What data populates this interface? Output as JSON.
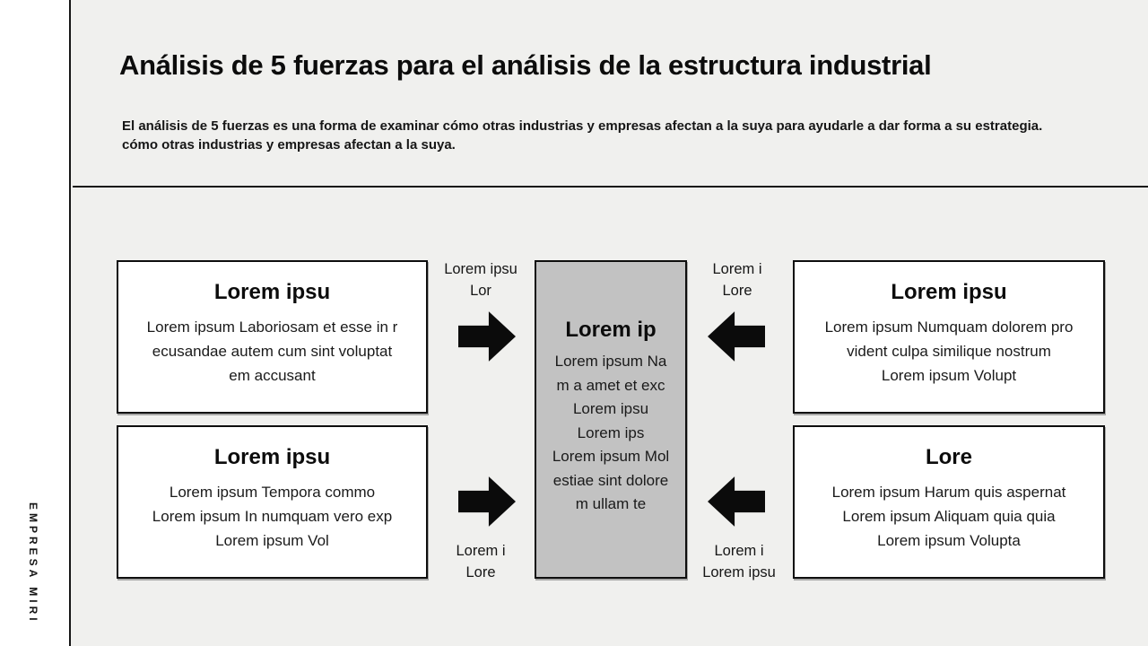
{
  "brand": {
    "name": "EMPRESA MIRI"
  },
  "header": {
    "title": "Análisis de 5 fuerzas para el análisis de la estructura industrial",
    "subtitle": "El análisis de 5 fuerzas es una forma de examinar cómo otras industrias y empresas afectan a la suya para ayudarle a dar forma a su estrategia.\ncómo otras industrias y empresas afectan a la suya."
  },
  "diagram": {
    "boxes": {
      "top_left": {
        "title": "Lorem ipsu",
        "body": "Lorem ipsum Laboriosam et esse in r\necusandae autem cum sint voluptat\nem accusant"
      },
      "bottom_left": {
        "title": "Lorem ipsu",
        "body": "Lorem ipsum Tempora commo\nLorem ipsum In numquam vero exp\nLorem ipsum Vol"
      },
      "center": {
        "title": "Lorem ip",
        "body": "Lorem ipsum Na\nm a amet et exc\nLorem ipsu\nLorem ips\nLorem ipsum Mol\nestiae sint dolore\nm ullam te"
      },
      "top_right": {
        "title": "Lorem ipsu",
        "body": "Lorem ipsum Numquam dolorem pro\nvident culpa similique nostrum\nLorem ipsum Volupt"
      },
      "bottom_right": {
        "title": "Lore",
        "body": "Lorem ipsum Harum quis aspernat\nLorem ipsum Aliquam quia quia\nLorem ipsum Volupta"
      }
    },
    "arrow_labels": {
      "top_left": "Lorem ipsu\nLor",
      "top_right": "Lorem i\nLore",
      "bottom_left": "Lorem i\nLore",
      "bottom_right": "Lorem i\nLorem ipsu"
    }
  },
  "colors": {
    "background": "#f0f0ee",
    "sidebar": "#ffffff",
    "line": "#161616",
    "center_box": "#c2c2c2",
    "box_background": "#ffffff",
    "arrow": "#0b0b0b",
    "text": "#111111"
  }
}
